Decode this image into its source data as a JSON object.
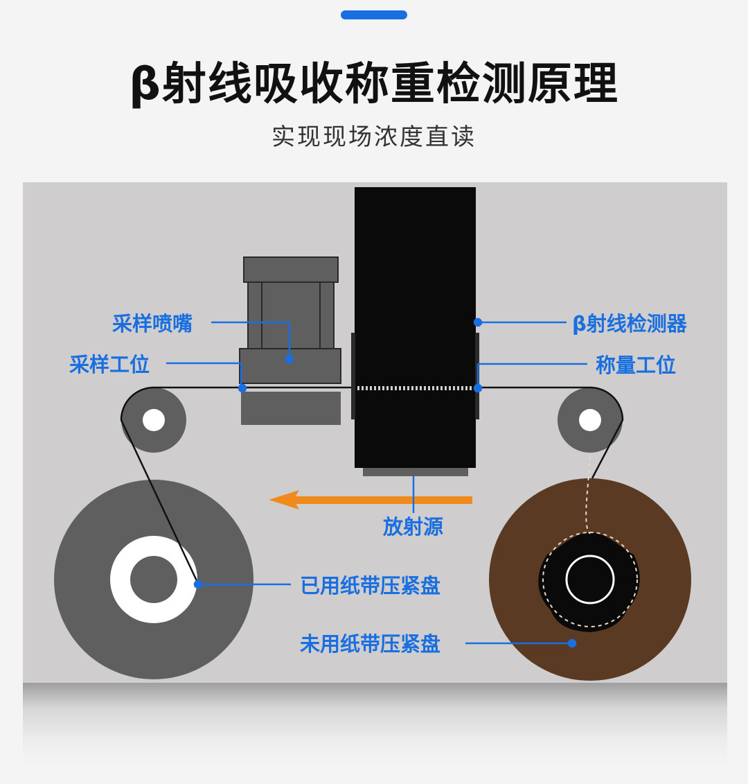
{
  "header": {
    "title": "β射线吸收称重检测原理",
    "subtitle": "实现现场浓度直读"
  },
  "labels": {
    "sampling_nozzle": "采样喷嘴",
    "sampling_station": "采样工位",
    "beta_detector": "β射线检测器",
    "weighing_station": "称量工位",
    "radiation_source": "放射源",
    "used_tape_reel": "已用纸带压紧盘",
    "unused_tape_reel": "未用纸带压紧盘"
  },
  "colors": {
    "accent": "#1a6fe0",
    "arrow": "#f08a1c",
    "panel": "#cfcdcd",
    "detector": "#0a0a0a",
    "unused_reel": "#5a3a22"
  }
}
